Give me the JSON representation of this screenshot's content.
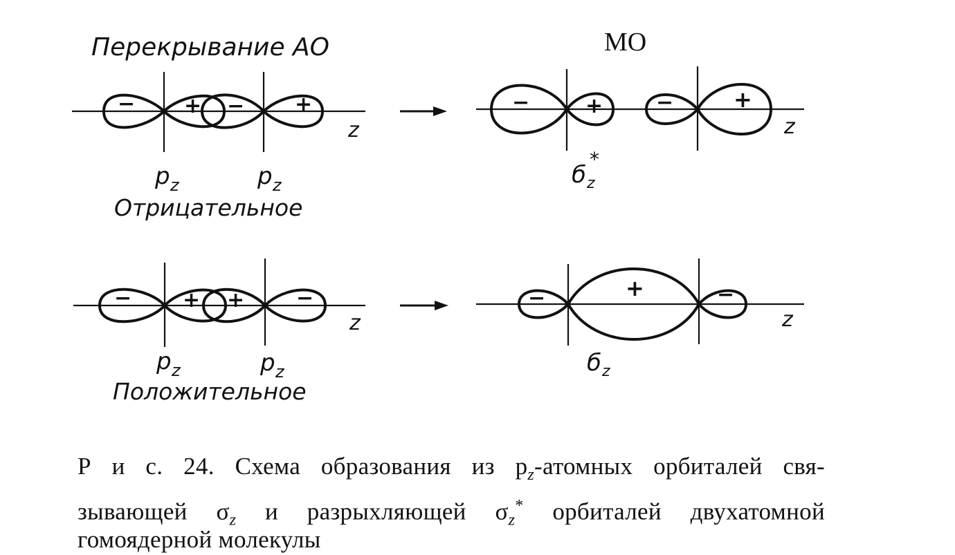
{
  "headers": {
    "ao": "Перекрывание АО",
    "mo": "МО"
  },
  "axis_label": "z",
  "signs": {
    "minus": "−",
    "plus": "+"
  },
  "rows": {
    "negative": {
      "caption": "Отрицательное",
      "orbital_left": "p",
      "orbital_right": "p",
      "orbital_sub": "z",
      "mo_label": "б",
      "mo_sub": "z",
      "mo_sup": "*"
    },
    "positive": {
      "caption": "Положительное",
      "orbital_left": "p",
      "orbital_right": "p",
      "orbital_sub": "z",
      "mo_label": "б",
      "mo_sub": "z"
    }
  },
  "caption": {
    "line1": "Р и с. 24. Схема образования из p",
    "line1_sub": "z",
    "line1_tail": "-атомных орбиталей свя-",
    "line2_a": "зывающей σ",
    "line2_sub": "z",
    "line2_b": " и разрыхляющей σ",
    "line2_sub2": "z",
    "line2_sup2": "*",
    "line2_c": " орбиталей двухатомной",
    "line3": "гомоядерной молекулы"
  }
}
